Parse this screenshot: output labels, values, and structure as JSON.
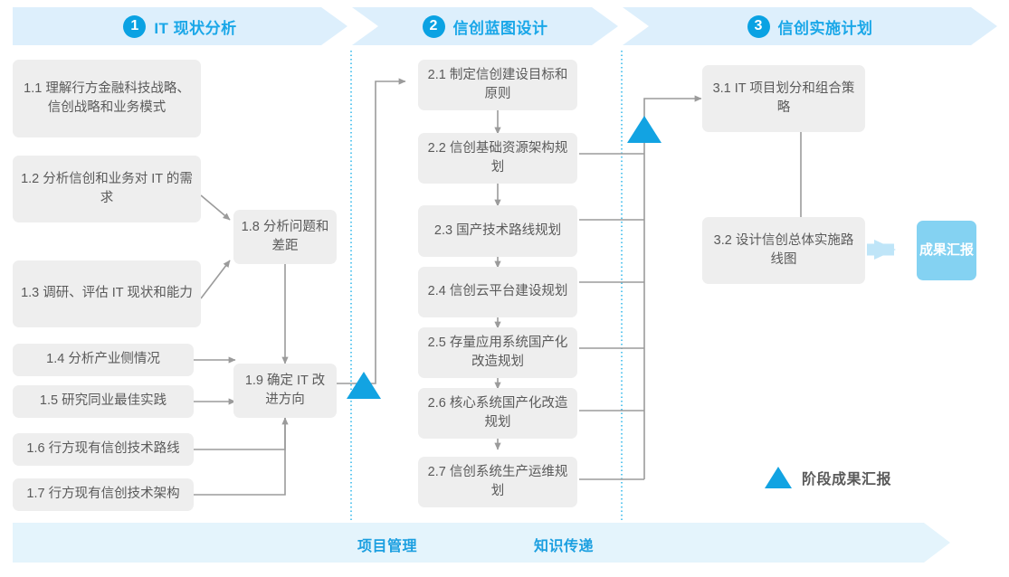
{
  "phases": [
    {
      "num": "1",
      "title": "IT 现状分析"
    },
    {
      "num": "2",
      "title": "信创蓝图设计"
    },
    {
      "num": "3",
      "title": "信创实施计划"
    }
  ],
  "phase1_boxes": [
    {
      "id": "1.1",
      "text": "1.1 理解行方金融科技战略、信创战略和业务模式"
    },
    {
      "id": "1.2",
      "text": "1.2 分析信创和业务对 IT 的需求"
    },
    {
      "id": "1.3",
      "text": "1.3 调研、评估 IT 现状和能力"
    },
    {
      "id": "1.4",
      "text": "1.4 分析产业侧情况"
    },
    {
      "id": "1.5",
      "text": "1.5 研究同业最佳实践"
    },
    {
      "id": "1.6",
      "text": "1.6 行方现有信创技术路线"
    },
    {
      "id": "1.7",
      "text": "1.7 行方现有信创技术架构"
    },
    {
      "id": "1.8",
      "text": "1.8 分析问题和差距"
    },
    {
      "id": "1.9",
      "text": "1.9 确定 IT 改进方向"
    }
  ],
  "phase2_boxes": [
    {
      "id": "2.1",
      "text": "2.1 制定信创建设目标和原则"
    },
    {
      "id": "2.2",
      "text": "2.2 信创基础资源架构规划"
    },
    {
      "id": "2.3",
      "text": "2.3 国产技术路线规划"
    },
    {
      "id": "2.4",
      "text": "2.4 信创云平台建设规划"
    },
    {
      "id": "2.5",
      "text": "2.5 存量应用系统国产化改造规划"
    },
    {
      "id": "2.6",
      "text": "2.6 核心系统国产化改造规划"
    },
    {
      "id": "2.7",
      "text": "2.7 信创系统生产运维规划"
    }
  ],
  "phase3_boxes": [
    {
      "id": "3.1",
      "text": "3.1 IT 项目划分和组合策略"
    },
    {
      "id": "3.2",
      "text": "3.2 设计信创总体实施路线图"
    }
  ],
  "result_box": {
    "text": "成果汇报"
  },
  "legend": {
    "label": "阶段成果汇报"
  },
  "bottom_band": {
    "labels": [
      "项目管理",
      "知识传递"
    ]
  },
  "colors": {
    "accent_blue": "#12a3e2",
    "band_blue": "#ddeffc",
    "bottom_band_blue": "#e4f4fc",
    "result_blue": "#84d2f2",
    "box_gray": "#eeeeee",
    "text_gray": "#5a5a5a",
    "connector_gray": "#9b9b9b",
    "divider_blue": "#2bb6ea"
  }
}
